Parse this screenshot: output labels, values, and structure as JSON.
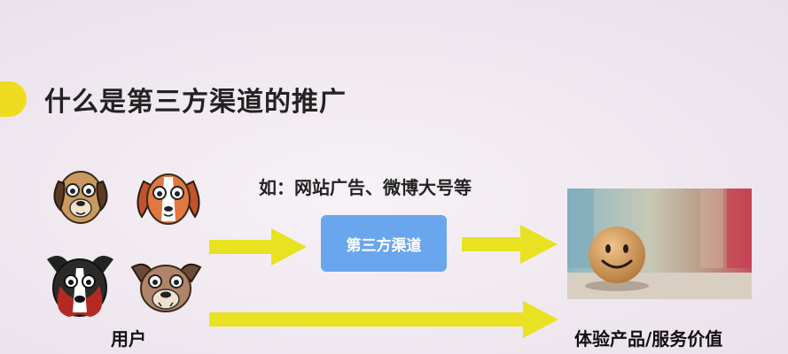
{
  "slide": {
    "title": "什么是第三方渠道的推广",
    "example_text": "如：网站广告、微博大号等",
    "channel_label": "第三方渠道",
    "users_label": "用户",
    "value_label": "体验产品/服务价值"
  },
  "colors": {
    "accent": "#f0dc1e",
    "arrow": "#e8e222",
    "box": "#6aa6ee"
  },
  "icons": [
    "dog-face-icon",
    "smiley-face-icon"
  ]
}
